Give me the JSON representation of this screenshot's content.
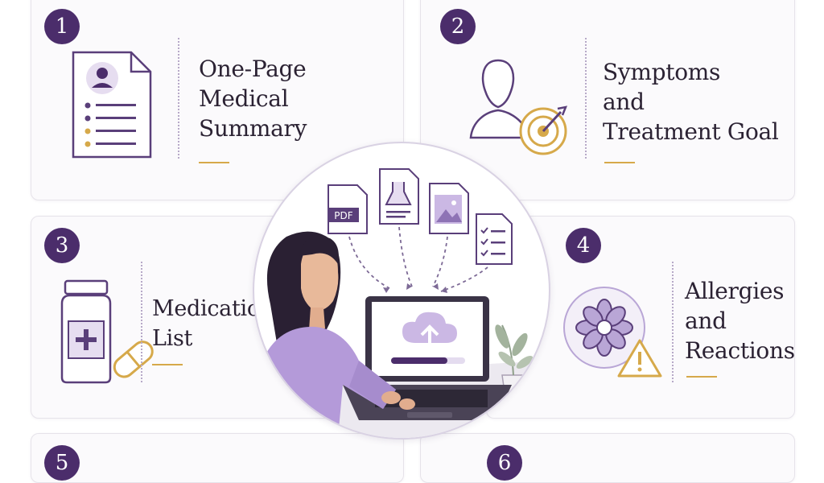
{
  "cards": [
    {
      "number": "1",
      "title": "One-Page\nMedical\nSummary"
    },
    {
      "number": "2",
      "title": "Symptoms\nand\nTreatment Goal"
    },
    {
      "number": "3",
      "title": "Medication\nList"
    },
    {
      "number": "4",
      "title": "Allergies\nand\nReactions"
    },
    {
      "number": "5"
    },
    {
      "number": "6"
    }
  ],
  "upload_scene": {
    "file_badge_pdf": "PDF"
  },
  "colors": {
    "badge": "#4b2d6b",
    "accent_gold": "#d6a94a",
    "icon_purple": "#5a3f7a",
    "lavender": "#b9a6d6"
  },
  "icons": [
    "document-icon",
    "person-target-icon",
    "medication-bottle-icon",
    "allergy-warning-icon",
    "laptop-upload-icon"
  ]
}
